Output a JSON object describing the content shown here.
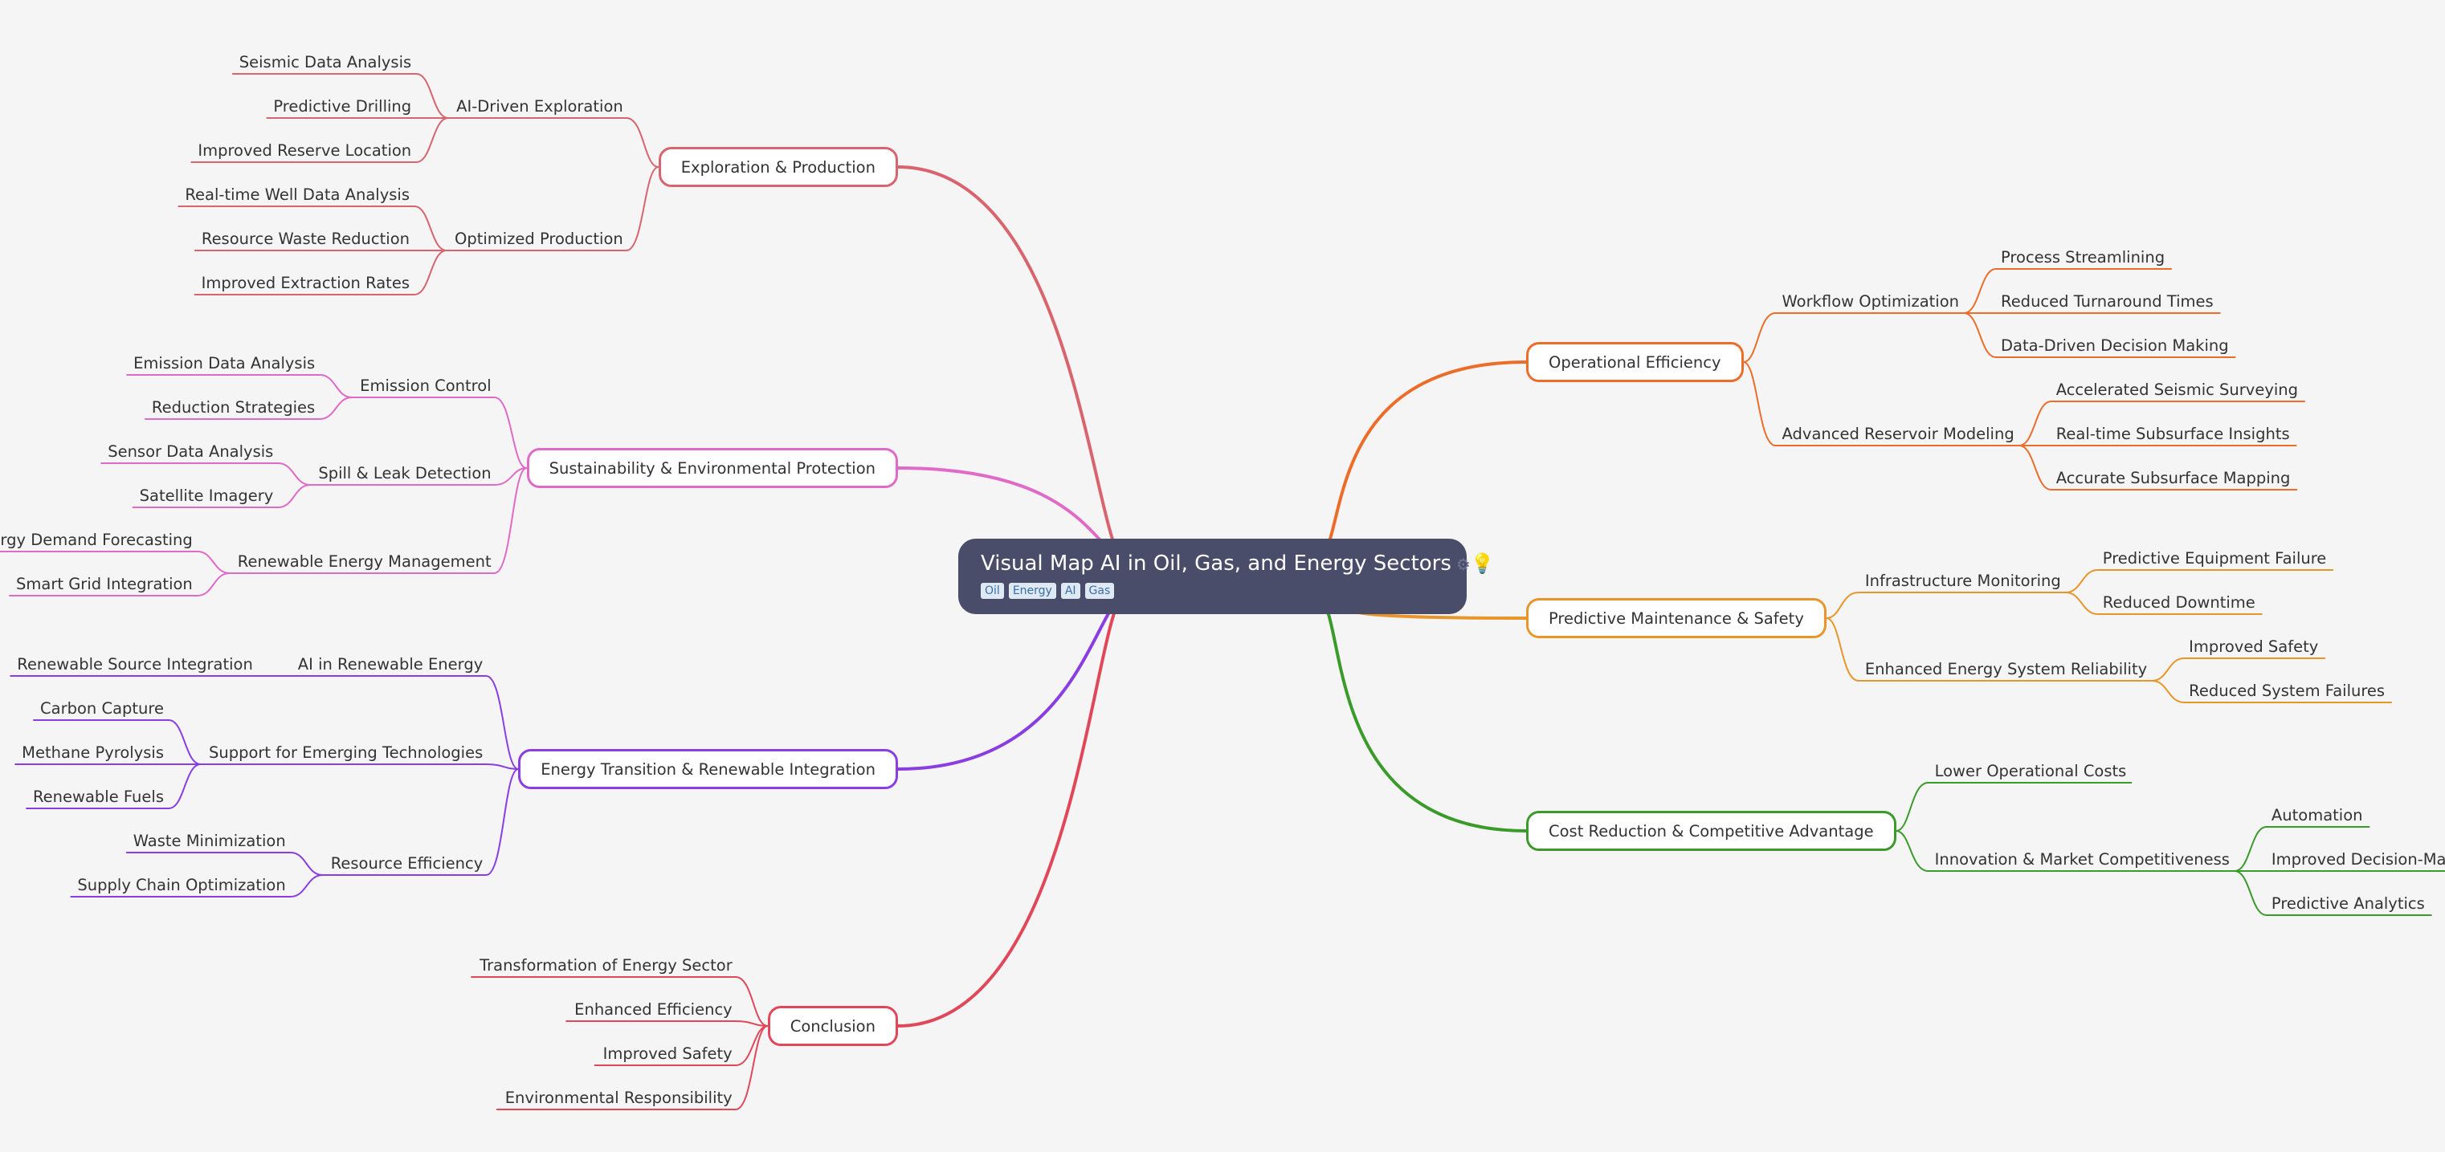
{
  "root": {
    "title": "Visual Map AI in Oil, Gas, and Energy Sectors",
    "tags": [
      "Oil",
      "Energy",
      "AI",
      "Gas"
    ],
    "icons": [
      "settings-icon",
      "lightbulb-icon"
    ]
  },
  "branches": [
    {
      "id": "exploration",
      "label": "Exploration & Production",
      "side": "left",
      "color": "#d8646e",
      "children": [
        {
          "label": "AI-Driven Exploration",
          "children": [
            {
              "label": "Seismic Data Analysis"
            },
            {
              "label": "Predictive Drilling"
            },
            {
              "label": "Improved Reserve Location"
            }
          ]
        },
        {
          "label": "Optimized Production",
          "children": [
            {
              "label": "Real-time Well Data Analysis"
            },
            {
              "label": "Resource Waste Reduction"
            },
            {
              "label": "Improved Extraction Rates"
            }
          ]
        }
      ]
    },
    {
      "id": "sustainability",
      "label": "Sustainability & Environmental Protection",
      "side": "left",
      "color": "#e06ac7",
      "children": [
        {
          "label": "Emission Control",
          "children": [
            {
              "label": "Emission Data Analysis"
            },
            {
              "label": "Reduction Strategies"
            }
          ]
        },
        {
          "label": "Spill & Leak Detection",
          "children": [
            {
              "label": "Sensor Data Analysis"
            },
            {
              "label": "Satellite Imagery"
            }
          ]
        },
        {
          "label": "Renewable Energy Management",
          "children": [
            {
              "label": "Energy Demand Forecasting"
            },
            {
              "label": "Smart Grid Integration"
            }
          ]
        }
      ]
    },
    {
      "id": "transition",
      "label": "Energy Transition & Renewable Integration",
      "side": "left",
      "color": "#8a3de0",
      "children": [
        {
          "label": "AI in Renewable Energy",
          "children": [
            {
              "label": "Renewable Source Integration"
            }
          ]
        },
        {
          "label": "Support for Emerging Technologies",
          "children": [
            {
              "label": "Carbon Capture"
            },
            {
              "label": "Methane Pyrolysis"
            },
            {
              "label": "Renewable Fuels"
            }
          ]
        },
        {
          "label": "Resource Efficiency",
          "children": [
            {
              "label": "Waste Minimization"
            },
            {
              "label": "Supply Chain Optimization"
            }
          ]
        }
      ]
    },
    {
      "id": "conclusion",
      "label": "Conclusion",
      "side": "left",
      "color": "#e0485a",
      "children": [
        {
          "label": "Transformation of Energy Sector"
        },
        {
          "label": "Enhanced Efficiency"
        },
        {
          "label": "Improved Safety"
        },
        {
          "label": "Environmental Responsibility"
        }
      ]
    },
    {
      "id": "operational",
      "label": "Operational Efficiency",
      "side": "right",
      "color": "#ec6d2a",
      "children": [
        {
          "label": "Workflow Optimization",
          "children": [
            {
              "label": "Process Streamlining"
            },
            {
              "label": "Reduced Turnaround Times"
            },
            {
              "label": "Data-Driven Decision Making"
            }
          ]
        },
        {
          "label": "Advanced Reservoir Modeling",
          "children": [
            {
              "label": "Accelerated Seismic Surveying"
            },
            {
              "label": "Real-time Subsurface Insights"
            },
            {
              "label": "Accurate Subsurface Mapping"
            }
          ]
        }
      ]
    },
    {
      "id": "maintenance",
      "label": "Predictive Maintenance & Safety",
      "side": "right",
      "color": "#e8962a",
      "children": [
        {
          "label": "Infrastructure Monitoring",
          "children": [
            {
              "label": "Predictive Equipment Failure"
            },
            {
              "label": "Reduced Downtime"
            }
          ]
        },
        {
          "label": "Enhanced Energy System Reliability",
          "children": [
            {
              "label": "Improved Safety"
            },
            {
              "label": "Reduced System Failures"
            }
          ]
        }
      ]
    },
    {
      "id": "cost",
      "label": "Cost Reduction & Competitive Advantage",
      "side": "right",
      "color": "#3a9a2a",
      "children": [
        {
          "label": "Lower Operational Costs"
        },
        {
          "label": "Innovation & Market Competitiveness",
          "children": [
            {
              "label": "Automation"
            },
            {
              "label": "Improved Decision-Making"
            },
            {
              "label": "Predictive Analytics"
            }
          ]
        }
      ]
    }
  ]
}
